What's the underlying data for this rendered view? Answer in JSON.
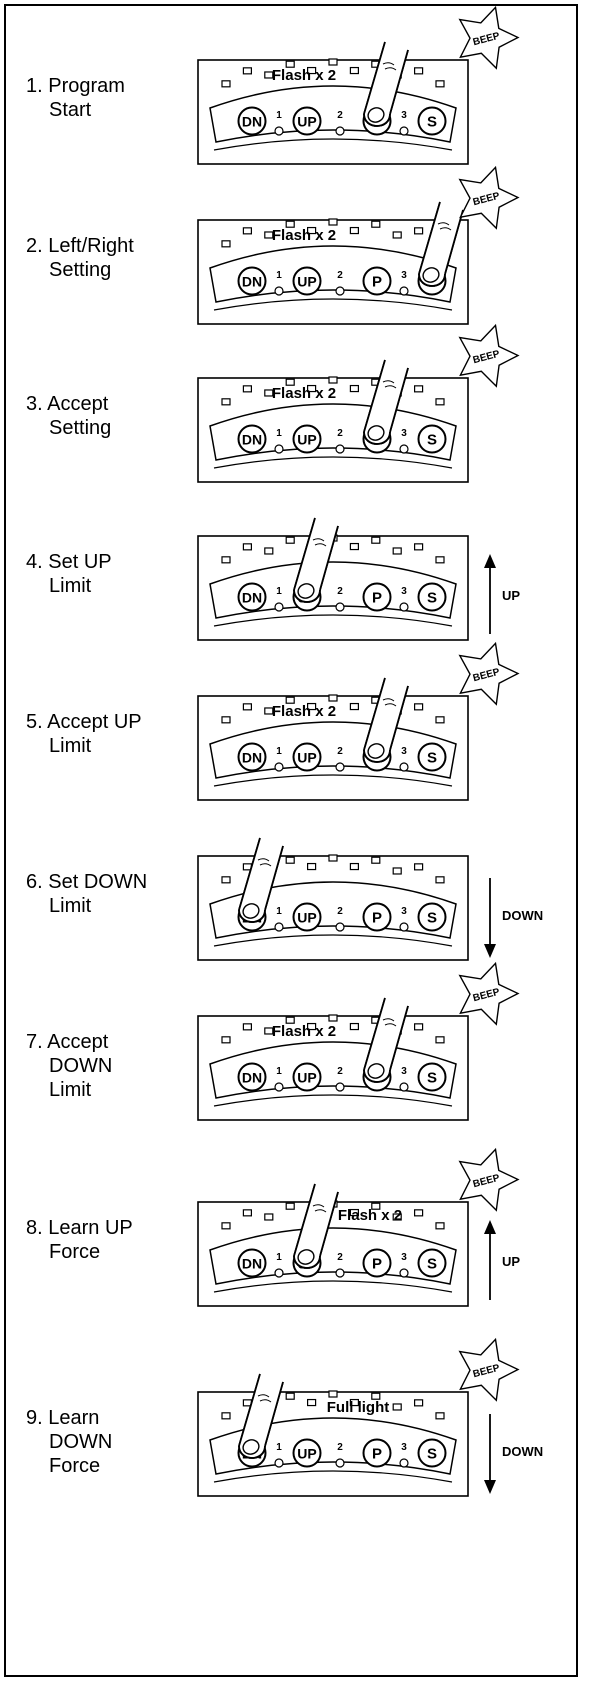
{
  "steps": [
    {
      "number": "1.",
      "lines": [
        "Program",
        "Start"
      ],
      "pressed": "P",
      "panel_text": "Flash x 2",
      "beep": true,
      "arrow": null
    },
    {
      "number": "2.",
      "lines": [
        "Left/Right",
        "Setting"
      ],
      "pressed": "S",
      "panel_text": "Flash x 2",
      "beep": true,
      "arrow": null
    },
    {
      "number": "3.",
      "lines": [
        "Accept",
        "Setting"
      ],
      "pressed": "P",
      "panel_text": "Flash x 2",
      "beep": true,
      "arrow": null
    },
    {
      "number": "4.",
      "lines": [
        "Set UP",
        "Limit"
      ],
      "pressed": "UP",
      "panel_text": "",
      "beep": false,
      "arrow": {
        "direction": "up",
        "label": "UP"
      }
    },
    {
      "number": "5.",
      "lines": [
        "Accept UP",
        "Limit"
      ],
      "pressed": "P",
      "panel_text": "Flash x 2",
      "beep": true,
      "arrow": null
    },
    {
      "number": "6.",
      "lines": [
        "Set DOWN",
        "Limit"
      ],
      "pressed": "DN",
      "panel_text": "",
      "beep": false,
      "arrow": {
        "direction": "down",
        "label": "DOWN"
      }
    },
    {
      "number": "7.",
      "lines": [
        "Accept",
        "DOWN",
        "Limit"
      ],
      "pressed": "P",
      "panel_text": "Flash x 2",
      "beep": true,
      "arrow": null
    },
    {
      "number": "8.",
      "lines": [
        "Learn UP",
        "Force"
      ],
      "pressed": "UP",
      "panel_text": "Flash x 2",
      "beep": true,
      "arrow": {
        "direction": "up",
        "label": "UP"
      }
    },
    {
      "number": "9.",
      "lines": [
        "Learn",
        "DOWN",
        "Force"
      ],
      "pressed": "DN",
      "panel_text": "Full light",
      "beep": true,
      "arrow": {
        "direction": "down",
        "label": "DOWN"
      }
    }
  ],
  "buttons": [
    "DN",
    "UP",
    "P",
    "S"
  ],
  "led_numbers": [
    "1",
    "2",
    "3"
  ],
  "beep_text": "BEEP"
}
